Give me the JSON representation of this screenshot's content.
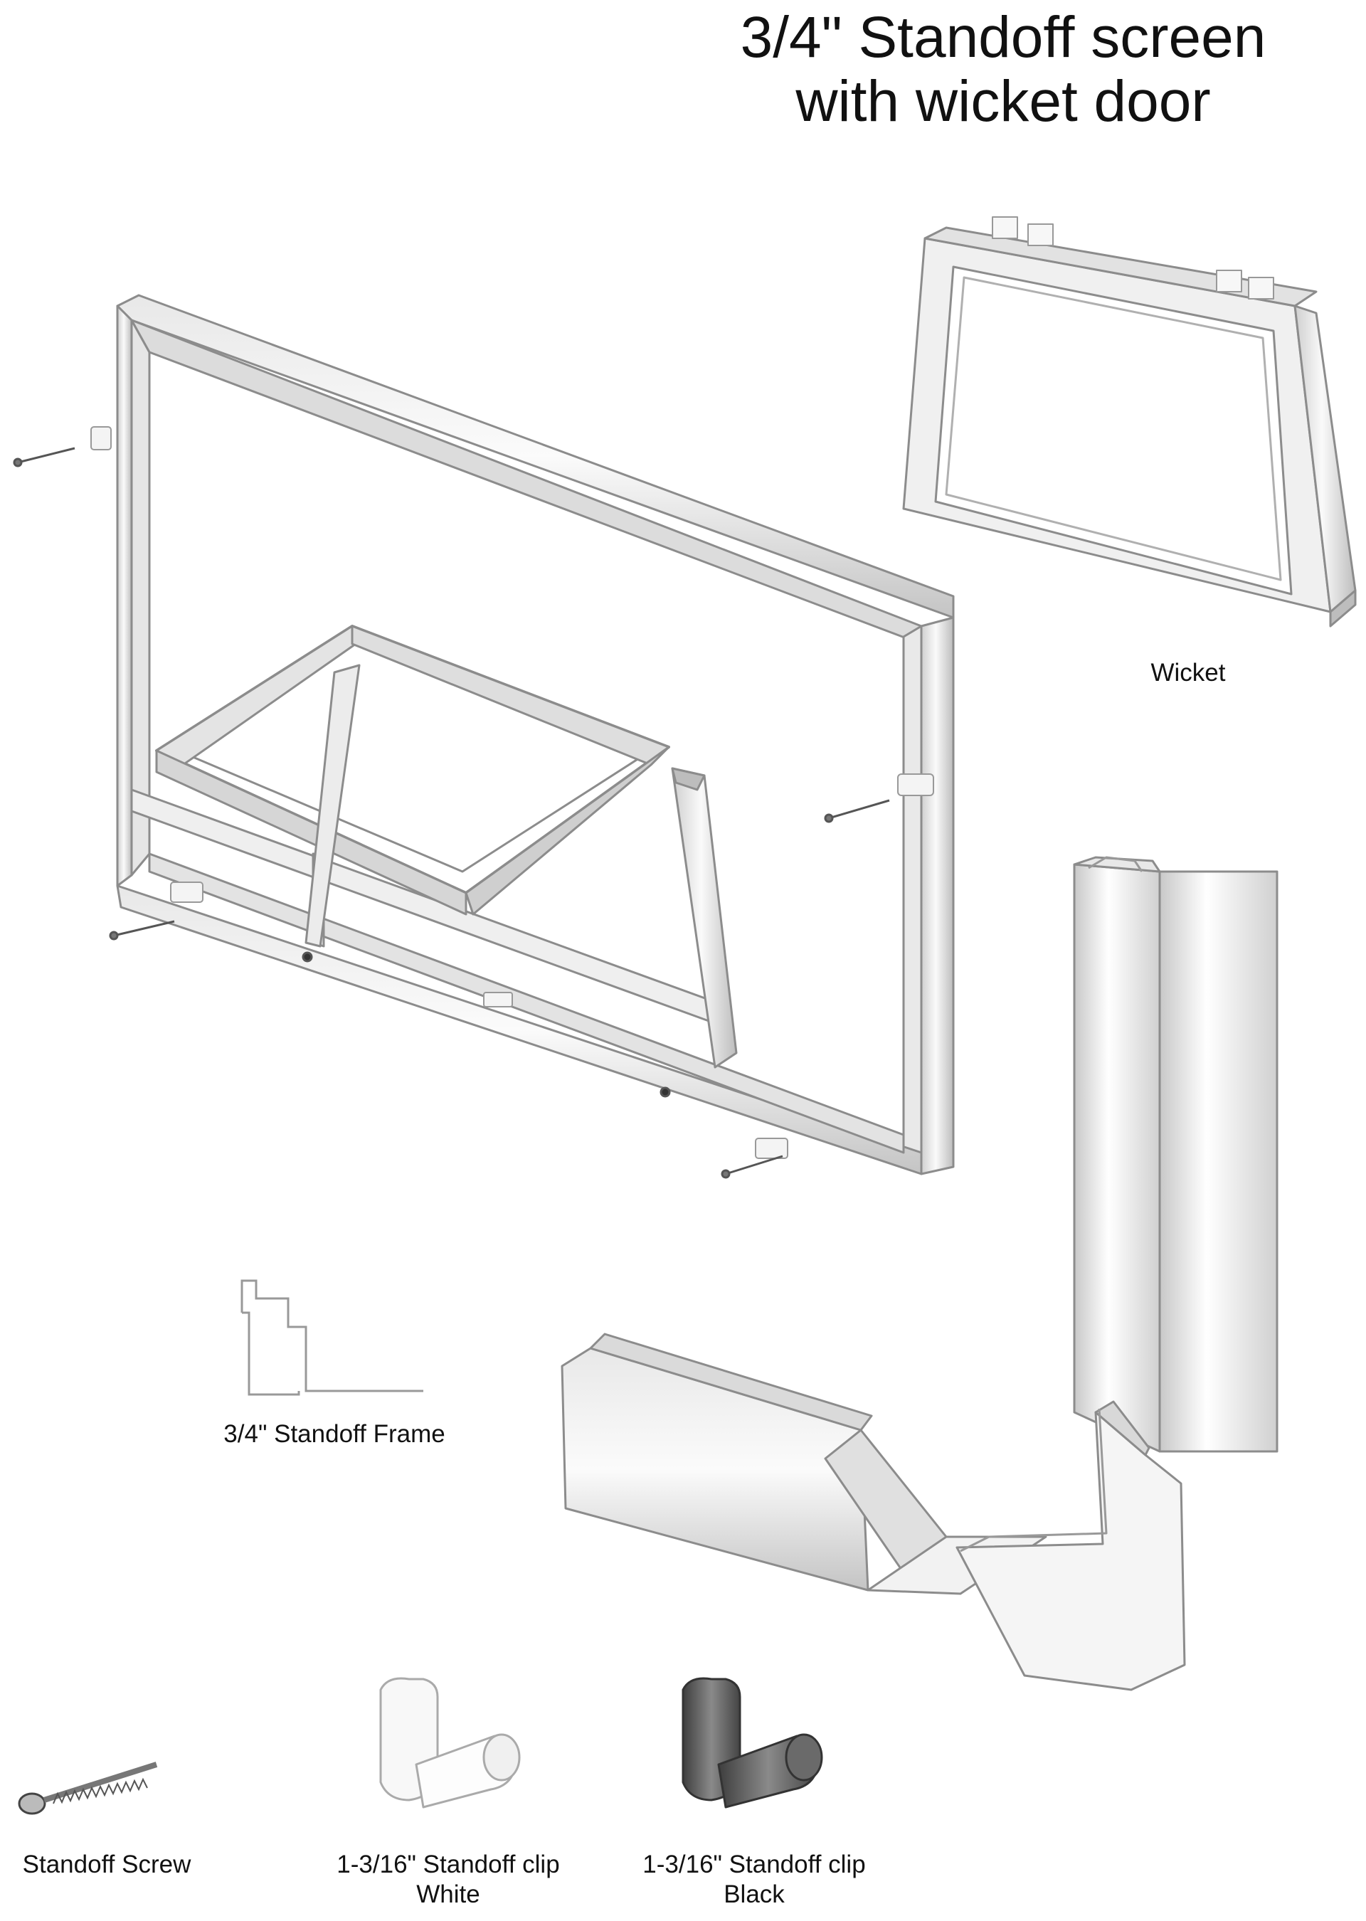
{
  "title": {
    "line1": "3/4\" Standoff  screen",
    "line2": "with wicket door"
  },
  "labels": {
    "wicket": "Wicket",
    "frame_profile": "3/4\" Standoff Frame",
    "screw": "Standoff Screw",
    "clip_white_line1": "1-3/16\" Standoff clip",
    "clip_white_line2": "White",
    "clip_black_line1": "1-3/16\" Standoff clip",
    "clip_black_line2": "Black"
  },
  "colors": {
    "frame_light": "#f2f2f2",
    "frame_mid": "#d9d9d9",
    "frame_dark": "#a8a8a8",
    "outline": "#8c8c8c",
    "clip_black": "#5a5a5a"
  }
}
